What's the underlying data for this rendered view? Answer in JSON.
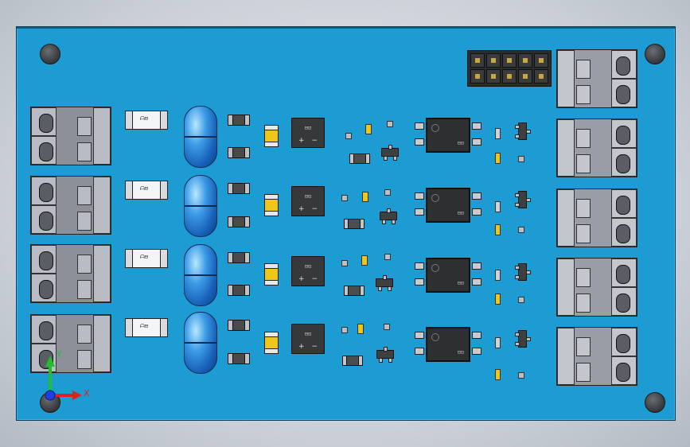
{
  "viewer": {
    "title": "",
    "background": "#c9ced6"
  },
  "board": {
    "color": "#1d9cd4",
    "channels": [
      {
        "fuse_mark": "ᗩ⊟",
        "bridge_mark": "⊟⊡",
        "opto_mark": "⊟⊡"
      },
      {
        "fuse_mark": "ᗩ⊟",
        "bridge_mark": "⊟⊡",
        "opto_mark": "⊟⊡"
      },
      {
        "fuse_mark": "ᗩ⊟",
        "bridge_mark": "⊟⊡",
        "opto_mark": "⊟⊡"
      },
      {
        "fuse_mark": "ᗩ⊟",
        "bridge_mark": "⊟⊡",
        "opto_mark": "⊟⊡"
      }
    ],
    "bridge_plus": "+",
    "bridge_minus": "−"
  },
  "triad": {
    "x_label": "X",
    "y_label": "Y",
    "x_color": "#e02020",
    "y_color": "#1fbf2f",
    "z_color": "#1f3fe0"
  }
}
